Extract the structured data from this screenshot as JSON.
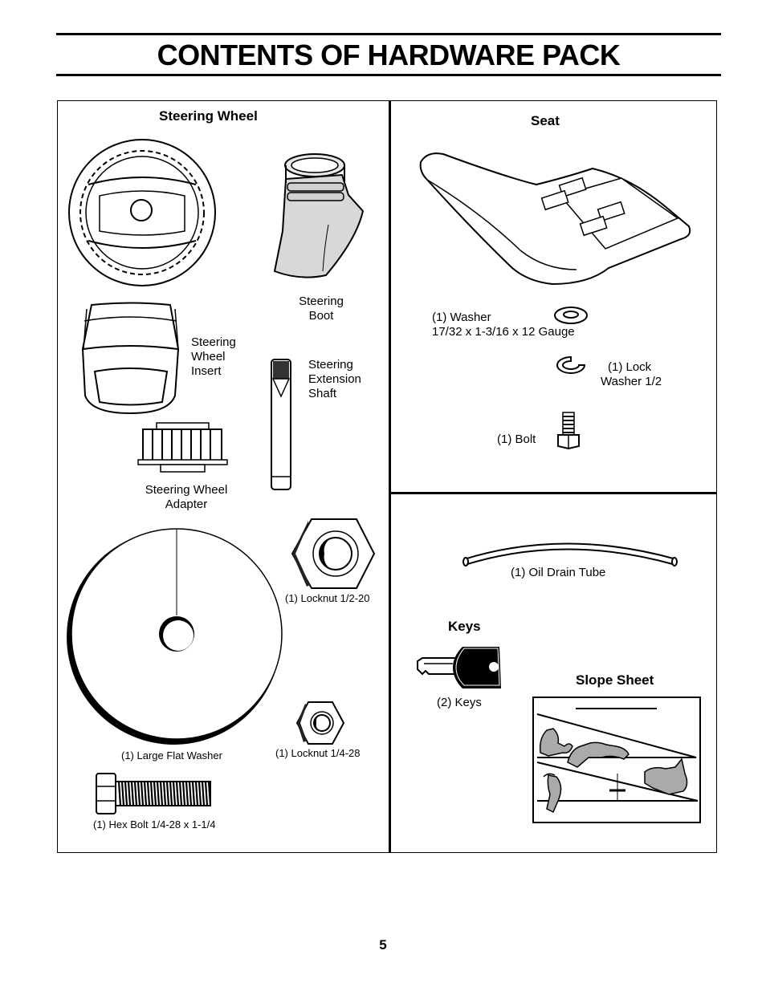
{
  "title": "CONTENTS OF HARDWARE PACK",
  "page_number": "5",
  "steering_section": {
    "heading": "Steering Wheel",
    "steering_boot": [
      "Steering",
      "Boot"
    ],
    "steering_wheel_insert": [
      "Steering",
      "Wheel",
      "Insert"
    ],
    "steering_extension_shaft": [
      "Steering",
      "Extension",
      "Shaft"
    ],
    "steering_wheel_adapter": [
      "Steering Wheel",
      "Adapter"
    ],
    "locknut_large": "(1) Locknut  1/2-20",
    "large_flat_washer": "(1) Large Flat Washer",
    "locknut_small": "(1) Locknut  1/4-28",
    "hex_bolt": "(1) Hex Bolt  1/4-28 x 1-1/4"
  },
  "seat_section": {
    "heading": "Seat",
    "washer": [
      "(1) Washer",
      "17/32 x 1-3/16 x 12 Gauge"
    ],
    "lock_washer": [
      "(1) Lock",
      "Washer 1/2"
    ],
    "bolt": "(1) Bolt"
  },
  "misc_section": {
    "oil_drain_tube": "(1) Oil Drain Tube",
    "keys_heading": "Keys",
    "keys": "(2) Keys",
    "slope_sheet_heading": "Slope Sheet"
  }
}
